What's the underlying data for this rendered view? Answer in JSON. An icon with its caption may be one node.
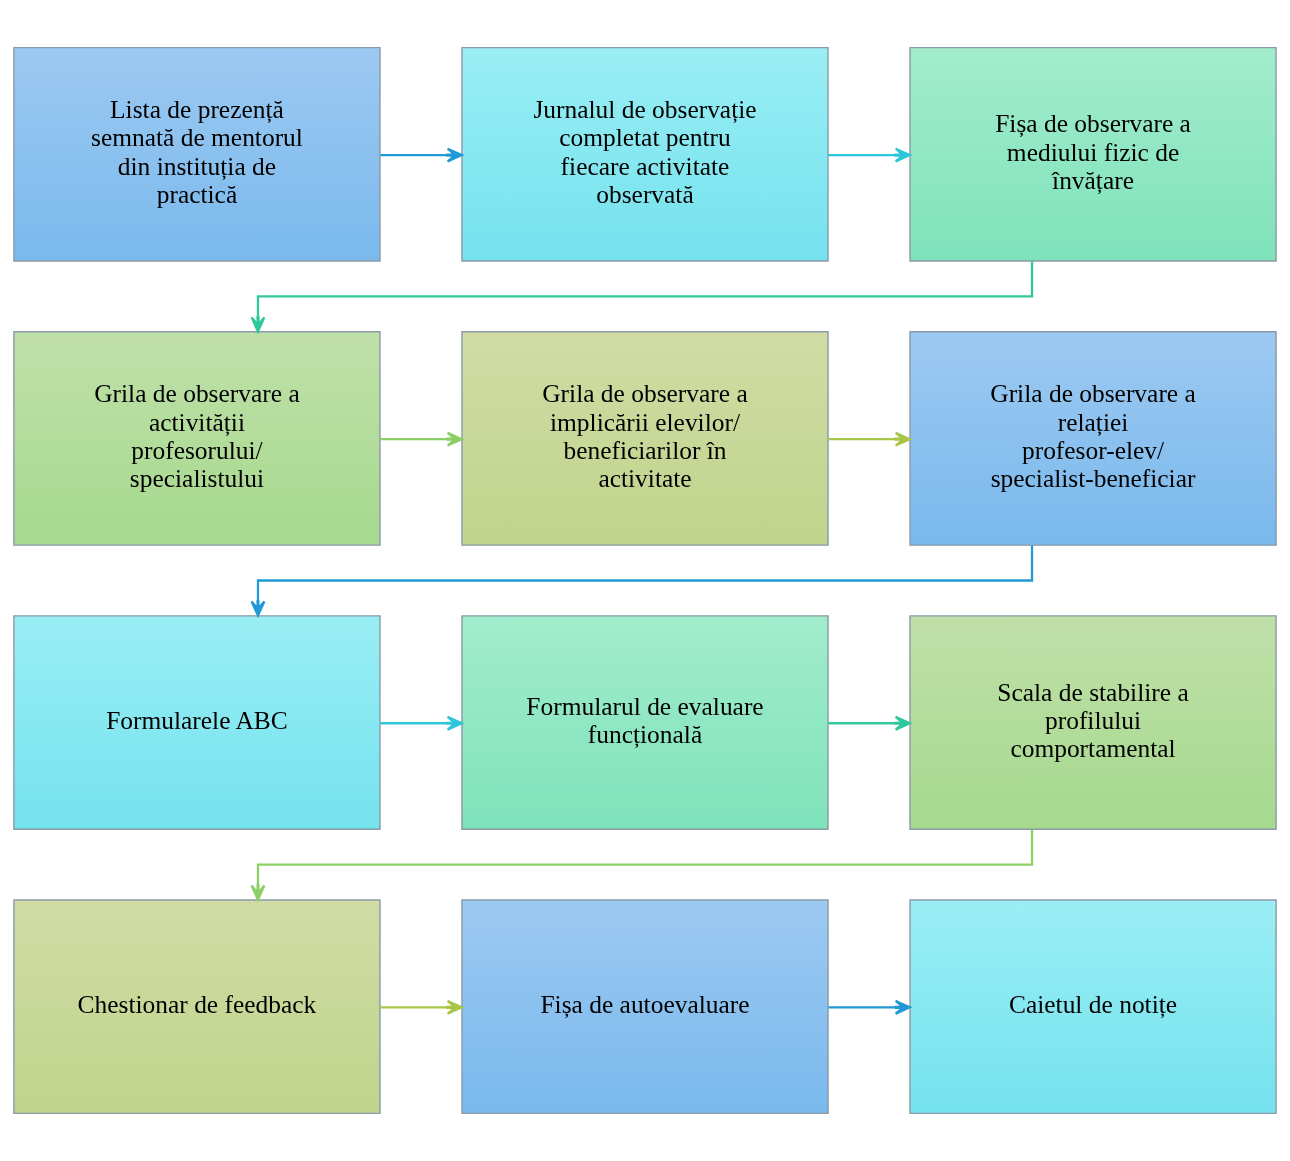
{
  "diagram": {
    "nodes": [
      {
        "text": [
          "Lista de prezență semnată de mentorul din instituția de practică"
        ]
      },
      {
        "text": [
          "Jurnalul de observație completat pentru fiecare activitate observată"
        ]
      },
      {
        "text": [
          "Fișa de observare a mediului fizic de învățare"
        ]
      },
      {
        "text": [
          "Grila de observare a activității profesorului/ specialistului"
        ]
      },
      {
        "text": [
          "Grila de observare a implicării elevilor/ beneficiarilor în activitate"
        ]
      },
      {
        "text": [
          "Grila de observare a relației profesor-elev/ specialist-beneficiar"
        ]
      },
      {
        "text": [
          "Formularele ABC"
        ]
      },
      {
        "text": [
          "Formularul de evaluare funcțională"
        ]
      },
      {
        "text": [
          "Scala de stabilire a profilului comportamental"
        ]
      },
      {
        "text": [
          "Chestionar de feedback"
        ]
      },
      {
        "text": [
          "Fișa de autoevaluare"
        ]
      },
      {
        "text": [
          "Caietul de notițe"
        ]
      }
    ],
    "edges": [
      {
        "from": 0,
        "to": 1,
        "arrow": "to",
        "color": "#1f9ad6"
      },
      {
        "from": 1,
        "to": 2,
        "arrow": "to",
        "color": "#2cc6dc"
      },
      {
        "from": 2,
        "to": 3,
        "arrow": "to",
        "color": "#2ec89c"
      },
      {
        "from": 3,
        "to": 4,
        "arrow": "to",
        "color": "#8ccf66"
      },
      {
        "from": 4,
        "to": 5,
        "arrow": "to",
        "color": "#a9c647"
      },
      {
        "from": 5,
        "to": 6,
        "arrow": "to",
        "color": "#1f9ad6"
      },
      {
        "from": 6,
        "to": 7,
        "arrow": "to",
        "color": "#2cc6dc"
      },
      {
        "from": 7,
        "to": 8,
        "arrow": "to",
        "color": "#2ec89c"
      },
      {
        "from": 8,
        "to": 9,
        "arrow": "to",
        "color": "#8ccf66"
      },
      {
        "from": 9,
        "to": 10,
        "arrow": "to",
        "color": "#a9c647"
      },
      {
        "from": 10,
        "to": 11,
        "arrow": "to",
        "color": "#1f9ad6"
      }
    ]
  }
}
